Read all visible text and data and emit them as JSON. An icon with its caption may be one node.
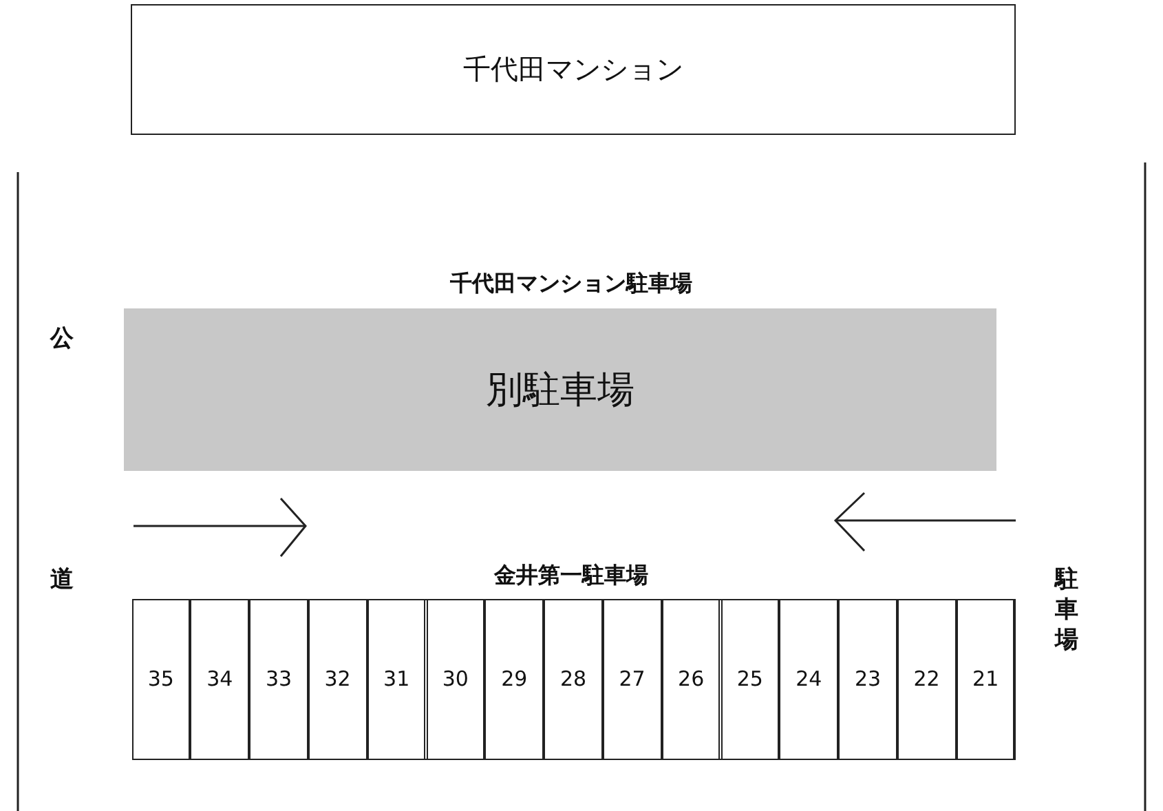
{
  "diagram": {
    "nodes": [
      {
        "text": [
          "千代田マンション"
        ]
      },
      {
        "text": [
          "千代田マンション駐車場",
          "別駐車場"
        ]
      },
      {
        "text": [
          "金井第一駐車場"
        ]
      },
      {
        "text": [
          "35"
        ],
        "in": 2
      },
      {
        "text": [
          "34"
        ],
        "in": 2
      },
      {
        "text": [
          "33"
        ],
        "in": 2
      },
      {
        "text": [
          "32"
        ],
        "in": 2
      },
      {
        "text": [
          "31"
        ],
        "in": 2
      },
      {
        "text": [
          "30"
        ],
        "in": 2
      },
      {
        "text": [
          "29"
        ],
        "in": 2
      },
      {
        "text": [
          "28"
        ],
        "in": 2
      },
      {
        "text": [
          "27"
        ],
        "in": 2
      },
      {
        "text": [
          "26"
        ],
        "in": 2
      },
      {
        "text": [
          "25"
        ],
        "in": 2
      },
      {
        "text": [
          "24"
        ],
        "in": 2
      },
      {
        "text": [
          "23"
        ],
        "in": 2
      },
      {
        "text": [
          "22"
        ],
        "in": 2
      },
      {
        "text": [
          "21"
        ],
        "in": 2
      }
    ],
    "labels": [
      "公",
      "道",
      "駐車場"
    ]
  }
}
